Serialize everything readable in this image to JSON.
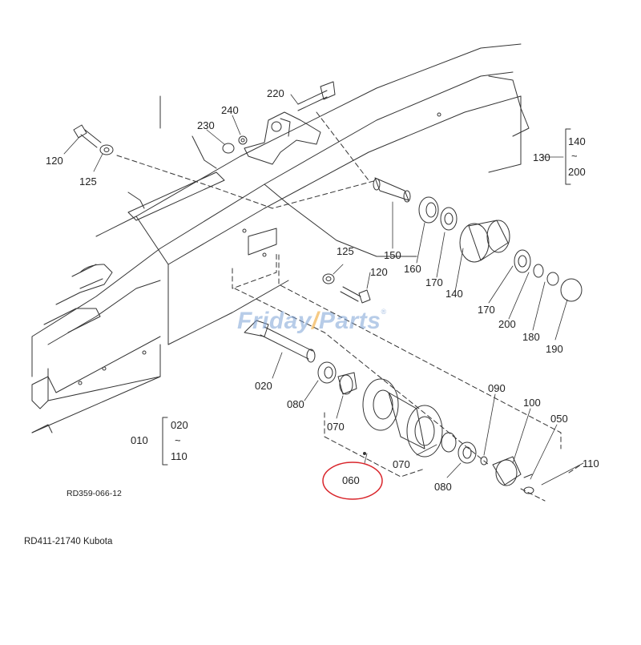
{
  "watermark": {
    "part1": "Friday",
    "part2": "Parts",
    "reg": "®"
  },
  "drawing_code": "RD359-066-12",
  "caption": "RD411-21740 Kubota",
  "highlight_color": "#d9262c",
  "labels": {
    "p220": "220",
    "p240": "240",
    "p230": "230",
    "p120a": "120",
    "p125a": "125",
    "p130": "130",
    "p140top": "140",
    "p200top": "200",
    "tilde1": "~",
    "p150": "150",
    "p160": "160",
    "p170a": "170",
    "p140": "140",
    "p125b": "125",
    "p120b": "120",
    "p170b": "170",
    "p200": "200",
    "p180": "180",
    "p190": "190",
    "p020": "020",
    "p080a": "080",
    "p070a": "070",
    "p090": "090",
    "p100": "100",
    "p050": "050",
    "p010": "010",
    "p020b": "020",
    "tilde2": "~",
    "p110b": "110",
    "p070b": "070",
    "p080b": "080",
    "p110": "110",
    "p060": "060"
  }
}
